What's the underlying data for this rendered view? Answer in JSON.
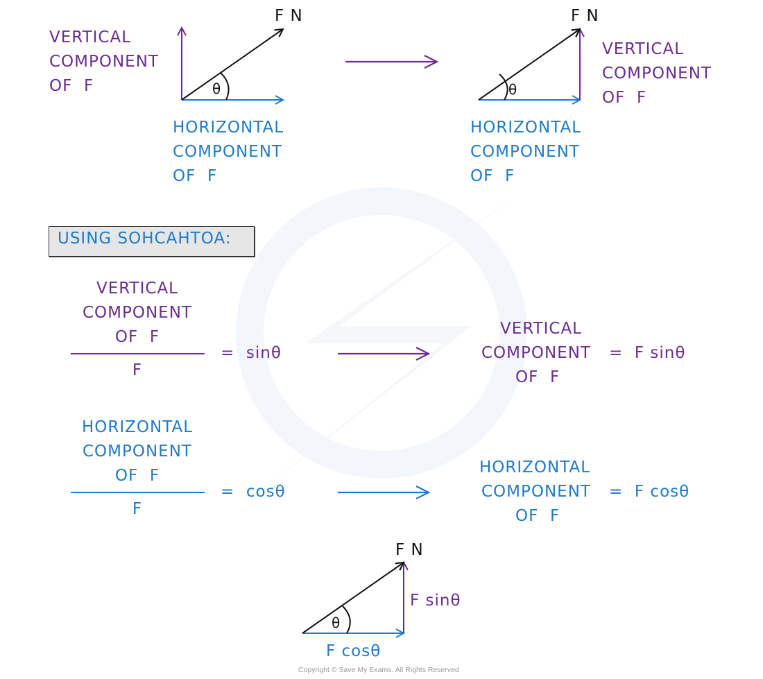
{
  "colors": {
    "vertical": "#6b2c91",
    "horizontal": "#1f7ac9",
    "force": "#111111",
    "box_fill": "#e6e6e6",
    "watermark": "#f3f7fc"
  },
  "diagram1": {
    "force_label": "F N",
    "angle_label": "θ",
    "vertical_label": [
      "VERTICAL",
      "COMPONENT",
      "OF  F"
    ],
    "horizontal_label": [
      "HORIZONTAL",
      "COMPONENT",
      "OF  F"
    ]
  },
  "diagram2": {
    "force_label": "F N",
    "angle_label": "θ",
    "vertical_label": [
      "VERTICAL",
      "COMPONENT",
      "OF  F"
    ],
    "horizontal_label": [
      "HORIZONTAL",
      "COMPONENT",
      "OF  F"
    ]
  },
  "method_box": {
    "label": "USING SOHCAHTOA:"
  },
  "equation_sin": {
    "numerator": [
      "VERTICAL",
      "COMPONENT",
      "OF  F"
    ],
    "denominator": "F",
    "equals": "=  sinθ",
    "result_label": [
      "VERTICAL",
      "COMPONENT",
      "OF  F"
    ],
    "result_equals": "=  F sinθ"
  },
  "equation_cos": {
    "numerator": [
      "HORIZONTAL",
      "COMPONENT",
      "OF  F"
    ],
    "denominator": "F",
    "equals": "=  cosθ",
    "result_label": [
      "HORIZONTAL",
      "COMPONENT",
      "OF  F"
    ],
    "result_equals": "=  F cosθ"
  },
  "diagram3": {
    "force_label": "F N",
    "angle_label": "θ",
    "vertical_label": "F sinθ",
    "horizontal_label": "F cosθ"
  },
  "footer": {
    "copyright": "Copyright © Save My Exams. All Rights Reserved"
  }
}
